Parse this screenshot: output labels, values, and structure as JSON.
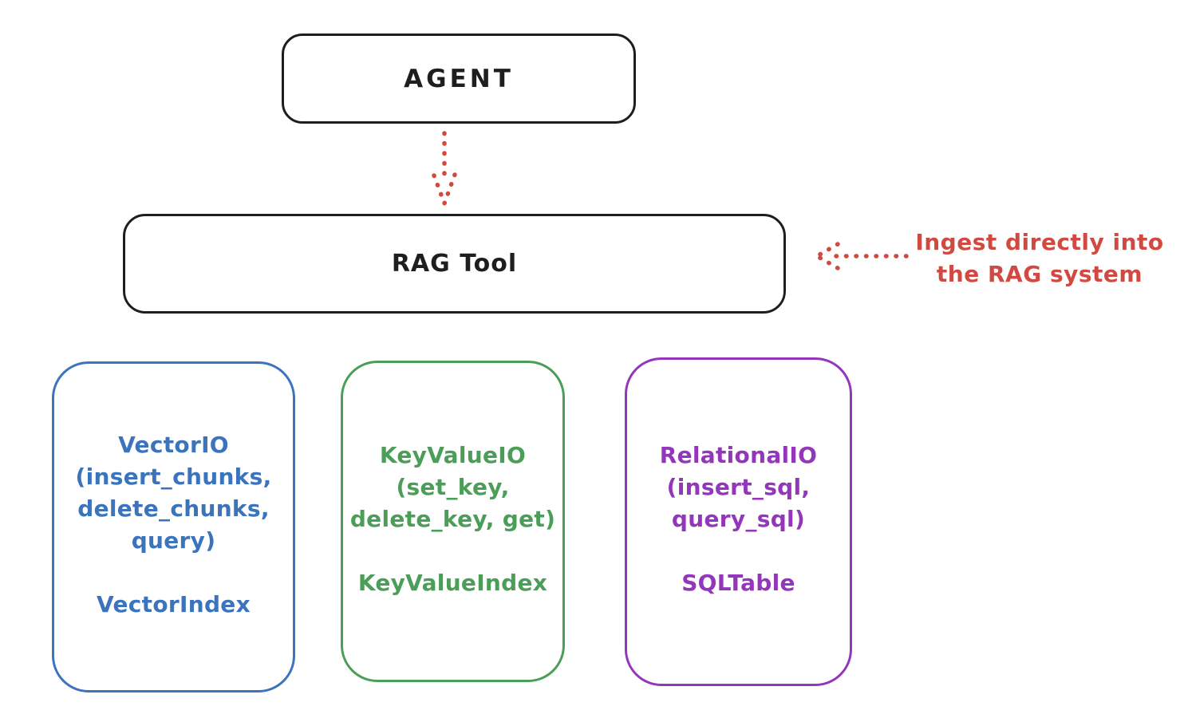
{
  "diagram": {
    "agent_label": "AGENT",
    "rag_tool_label": "RAG Tool",
    "annotation": {
      "line1": "Ingest directly into",
      "line2": "the RAG system"
    },
    "storage_boxes": [
      {
        "lines": [
          "VectorIO",
          "(insert_chunks,",
          "delete_chunks,",
          "query)"
        ],
        "index_label": "VectorIndex",
        "color": "#3b74bc"
      },
      {
        "lines": [
          "KeyValueIO",
          "(set_key,",
          "delete_key, get)"
        ],
        "index_label": "KeyValueIndex",
        "color": "#4a9e57"
      },
      {
        "lines": [
          "RelationalIO",
          "(insert_sql,",
          "query_sql)"
        ],
        "index_label": "SQLTable",
        "color": "#9436bb"
      }
    ],
    "colors": {
      "outline": "#1e1e1e",
      "accent_red": "#d14a42",
      "vector_blue": "#3b74bc",
      "keyvalue_green": "#4a9e57",
      "relational_purple": "#9436bb"
    }
  }
}
